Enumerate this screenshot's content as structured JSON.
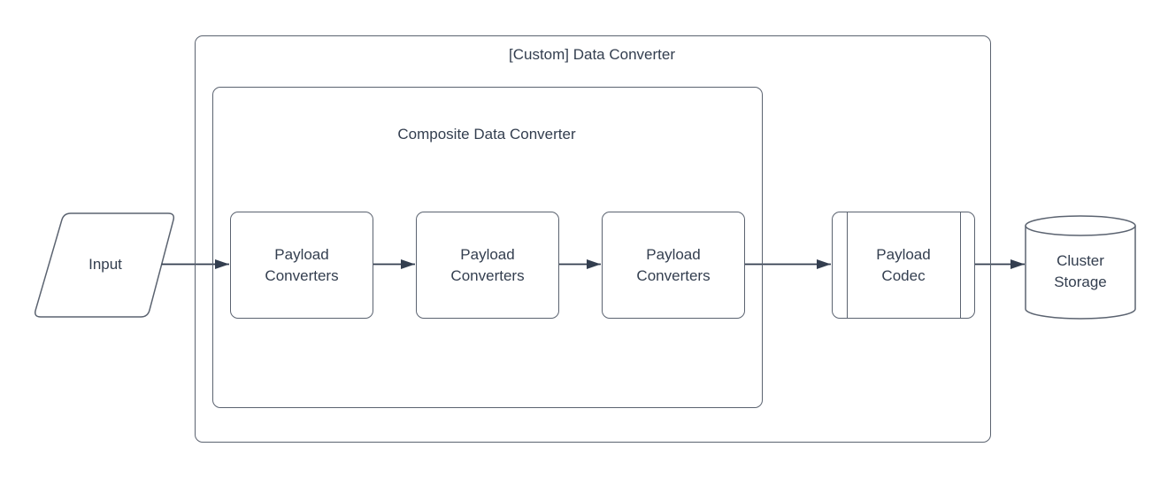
{
  "colors": {
    "stroke": "#5b6370",
    "arrow": "#333e4f",
    "text": "#333e4f",
    "canvas_bg": "#ffffff"
  },
  "diagram": {
    "outer_group": {
      "title": "[Custom] Data Converter"
    },
    "inner_group": {
      "title": "Composite Data Converter"
    },
    "nodes": {
      "input": {
        "label": "Input",
        "shape": "parallelogram"
      },
      "converter_1": {
        "label": "Payload Converters",
        "shape": "rounded-rect"
      },
      "converter_2": {
        "label": "Payload Converters",
        "shape": "rounded-rect"
      },
      "converter_3": {
        "label": "Payload Converters",
        "shape": "rounded-rect"
      },
      "codec": {
        "label": "Payload Codec",
        "shape": "predefined-process"
      },
      "storage": {
        "label": "Cluster Storage",
        "shape": "cylinder"
      }
    },
    "edges": [
      {
        "from": "input",
        "to": "converter_1"
      },
      {
        "from": "converter_1",
        "to": "converter_2"
      },
      {
        "from": "converter_2",
        "to": "converter_3"
      },
      {
        "from": "converter_3",
        "to": "codec"
      },
      {
        "from": "codec",
        "to": "storage"
      }
    ]
  }
}
